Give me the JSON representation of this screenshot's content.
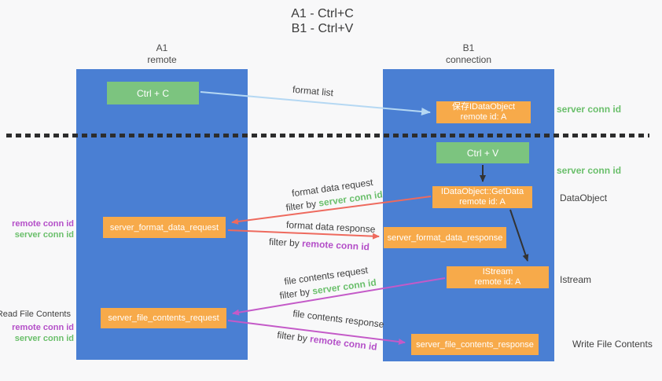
{
  "title": {
    "line1": "A1 - Ctrl+C",
    "line2": "B1 - Ctrl+V"
  },
  "columns": {
    "a1": {
      "name": "A1",
      "subtitle": "remote"
    },
    "b1": {
      "name": "B1",
      "subtitle": "connection"
    }
  },
  "boxes": {
    "ctrl_c": "Ctrl + C",
    "ctrl_v": "Ctrl + V",
    "save_dataobject_line1": "保存IDataObject",
    "save_dataobject_line2": "remote id: A",
    "getdata_line1": "IDataObject::GetData",
    "getdata_line2": "remote id: A",
    "istream_line1": "IStream",
    "istream_line2": "remote id: A",
    "format_request": "server_format_data_request",
    "format_response": "server_format_data_response",
    "file_request": "server_file_contents_request",
    "file_response": "server_file_contents_response"
  },
  "labels": {
    "format_list": "format list",
    "format_data_request": "format data request",
    "format_data_response": "format data response",
    "file_contents_request": "file contents request",
    "file_contents_response": "file contents response",
    "filter_by": "filter by",
    "server_conn_id": "server conn id",
    "remote_conn_id": "remote conn id",
    "dataobject": "DataObject",
    "istream": "Istream",
    "read_file_contents": "Read File Contents",
    "write_file_contents": "Write File Contents"
  },
  "colors": {
    "column_blue": "#4a7fd3",
    "box_green": "#7cc47f",
    "box_orange": "#f7aa4a",
    "arrow_red": "#ee6a5e",
    "arrow_purple": "#c45ac8",
    "arrow_light_blue": "#b5d8f3",
    "arrow_black": "#333333",
    "label_green": "#6abf6b",
    "label_purple": "#b44fc8",
    "text_dark": "#3f3f3f",
    "background": "#f8f8f9"
  }
}
